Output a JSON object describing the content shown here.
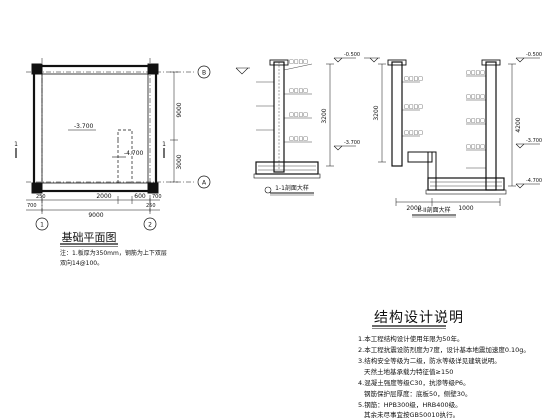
{
  "plan": {
    "axis_top": "B",
    "axis_bottom": "A",
    "axis_left": "1",
    "axis_right": "2",
    "section_mark": "1",
    "elev_main": "-3.700",
    "elev_pit": "-4.700",
    "dim_right_total": "9000",
    "dim_right_lower": "3000",
    "dim_bottom_total": "9000",
    "dim_bottom_a": "2000",
    "dim_bottom_b": "600",
    "dim_edge_1": "700",
    "dim_edge_2": "250",
    "dim_edge_3": "250",
    "dim_edge_4": "700",
    "title": "基础平面图",
    "note_line1": "注：1.板厚为350mm，钢筋为上下双层",
    "note_line2": "双向14@100。"
  },
  "section1": {
    "title": "1-1剖面大样",
    "height": "3200",
    "elev_top": "-0.500",
    "elev_bottom": "-3.700"
  },
  "section2": {
    "title": "II-II剖面大样",
    "height_a": "3200",
    "height_b": "4200",
    "dim_a": "2000",
    "dim_b": "1000",
    "elev_top": "-0.500",
    "elev_mid": "-3.700",
    "elev_bottom": "-4.700"
  },
  "notes": {
    "title": "结构设计说明",
    "items": [
      "1.本工程结构设计使用年限为50年。",
      "2.本工程抗震设防烈度为7度，设计基本地震加速度0.10g。",
      "3.结构安全等级为二级，防水等级详见建筑说明。",
      "天然土地基承载力特征值≥150",
      "4.混凝土强度等级C30，抗渗等级P6。",
      "钢筋保护层厚度：底板50，侧壁30。",
      "5.钢筋：HPB300级，HRB400级。",
      "其余未尽事宜按GB50010执行。"
    ]
  }
}
